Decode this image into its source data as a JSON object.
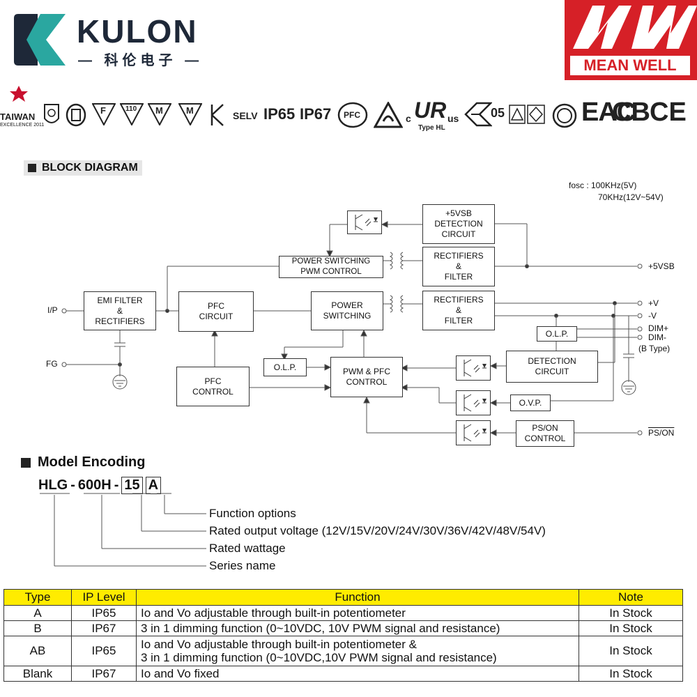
{
  "header": {
    "kulon_name": "KULON",
    "kulon_sub": "— 科伦电子 —",
    "meanwell_name": "MEAN WELL"
  },
  "certs": {
    "taiwan": "TAIWAN",
    "excellence": "EXCELLENCE 2011",
    "f": "F",
    "f110": "110",
    "m": "M",
    "selv": "SELV",
    "ip65": "IP65",
    "ip67": "IP67",
    "pfc": "PFC",
    "c": "c",
    "ur": "UR",
    "us": "us",
    "type_hl": "Type HL",
    "ce05": "05",
    "eac": "EAC",
    "cb": "CB",
    "cemark": "CE"
  },
  "block_diagram": {
    "heading": "BLOCK DIAGRAM",
    "fosc_1": "fosc : 100KHz(5V)",
    "fosc_2": "70KHz(12V~54V)",
    "blocks": {
      "emi": "EMI FILTER\n&\nRECTIFIERS",
      "pfc_circuit": "PFC\nCIRCUIT",
      "pfc_control": "PFC\nCONTROL",
      "power_switching": "POWER\nSWITCHING",
      "psw_pwm": "POWER SWITCHING\nPWM CONTROL",
      "detect5vsb": "+5VSB\nDETECTION\nCIRCUIT",
      "rect1": "RECTIFIERS\n&\nFILTER",
      "rect2": "RECTIFIERS\n&\nFILTER",
      "olp_left": "O.L.P.",
      "pwm_pfc": "PWM & PFC\nCONTROL",
      "olp_right": "O.L.P.",
      "detection": "DETECTION\nCIRCUIT",
      "ovp": "O.V.P.",
      "pson_control": "PS/ON\nCONTROL"
    },
    "labels": {
      "ip": "I/P",
      "fg": "FG",
      "vsb": "+5VSB",
      "vplus": "+V",
      "vminus": "-V",
      "dimplus": "DIM+",
      "dimminus": "DIM-",
      "btype": "(B Type)",
      "pson": "PS/ON"
    }
  },
  "model_encoding": {
    "heading": "Model Encoding",
    "code_series": "HLG",
    "dash1": "-",
    "code_watt": "600H",
    "dash2": "-",
    "code_volt": "15",
    "code_func": "A",
    "desc_function": "Function options",
    "desc_voltage": "Rated output voltage (12V/15V/20V/24V/30V/36V/42V/48V/54V)",
    "desc_wattage": "Rated wattage",
    "desc_series": "Series name"
  },
  "function_table": {
    "headers": [
      "Type",
      "IP Level",
      "Function",
      "Note"
    ],
    "rows": [
      {
        "type": "A",
        "ip": "IP65",
        "func1": "Io and Vo adjustable through built-in potentiometer",
        "func2": "",
        "note": "In Stock"
      },
      {
        "type": "B",
        "ip": "IP67",
        "func1": "3 in 1 dimming function (0~10VDC, 10V PWM signal and resistance)",
        "func2": "",
        "note": "In Stock"
      },
      {
        "type": "AB",
        "ip": "IP65",
        "func1": "Io and Vo adjustable through built-in potentiometer &",
        "func2": "3 in 1 dimming function (0~10VDC,10V  PWM  signal and resistance)",
        "note": "In Stock"
      },
      {
        "type": "Blank",
        "ip": "IP67",
        "func1": "Io and Vo fixed",
        "func2": "",
        "note": "In Stock"
      }
    ]
  },
  "colors": {
    "meanwell_red": "#d62027",
    "table_header": "#ffec00",
    "kulon_teal": "#2aa7a0",
    "kulon_navy": "#1e2838"
  }
}
